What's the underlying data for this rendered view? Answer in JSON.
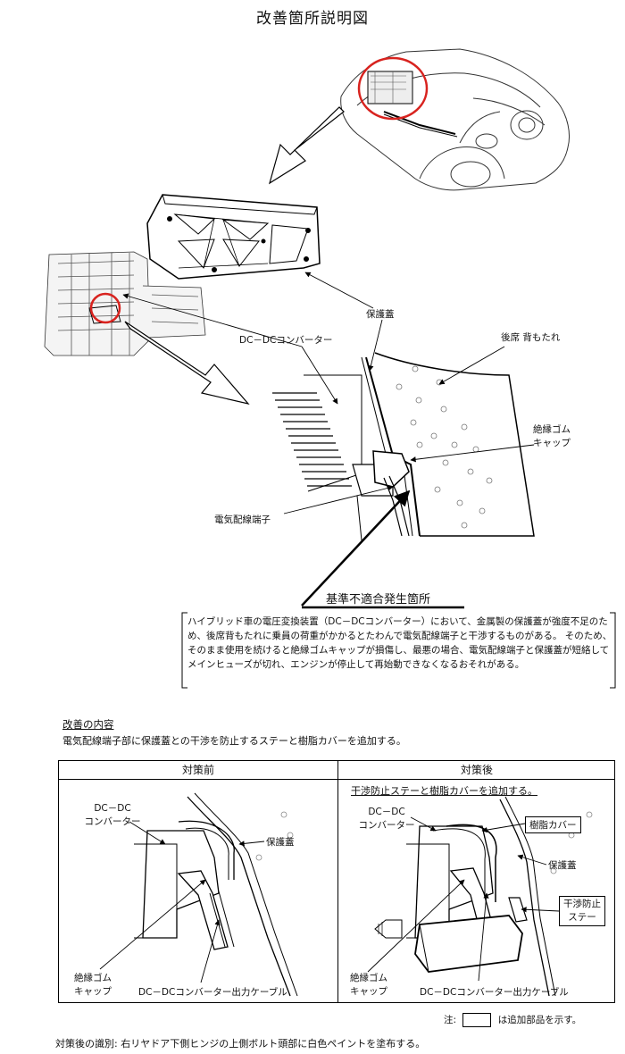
{
  "title": "改善箇所説明図",
  "overview_labels": {
    "protective_cover": "保護蓋",
    "dcdc_converter": "DC－DCコンバーター",
    "rear_seatback": "後席 背もたれ",
    "insulation_rubber_cap": "絶縁ゴム\nキャップ",
    "electrical_terminal": "電気配線端子"
  },
  "defect_location_label": "基準不適合発生箇所",
  "defect_description": "ハイブリッド車の電圧変換装置（DC－DCコンバーター）において、金属製の保護蓋が強度不足のため、後席背もたれに乗員の荷重がかかるとたわんで電気配線端子と干渉するものがある。 そのため、そのまま使用を続けると絶縁ゴムキャップが損傷し、最悪の場合、電気配線端子と保護蓋が短絡してメインヒューズが切れ、エンジンが停止して再始動できなくなるおそれがある。",
  "improvement": {
    "heading": "改善の内容",
    "body": "電気配線端子部に保護蓋との干渉を防止するステーと樹脂カバーを追加する。"
  },
  "table": {
    "before_header": "対策前",
    "after_header": "対策後",
    "after_note": "干渉防止ステーと樹脂カバーを追加する。",
    "before_labels": {
      "dcdc_converter": "DC－DC\nコンバーター",
      "protective_cover": "保護蓋",
      "insulation_rubber_cap": "絶縁ゴム\nキャップ",
      "output_cable": "DC－DCコンバーター出力ケーブル"
    },
    "after_labels": {
      "dcdc_converter": "DC－DC\nコンバーター",
      "resin_cover": "樹脂カバー",
      "protective_cover": "保護蓋",
      "interference_stay": "干渉防止\nステー",
      "insulation_rubber_cap": "絶縁ゴム\nキャップ",
      "output_cable": "DC－DCコンバーター出力ケーブル"
    }
  },
  "legend": {
    "prefix": "注:",
    "suffix": "は追加部品を示す。"
  },
  "footer": "対策後の識別: 右リヤドア下側ヒンジの上側ボルト頭部に白色ペイントを塗布する。"
}
